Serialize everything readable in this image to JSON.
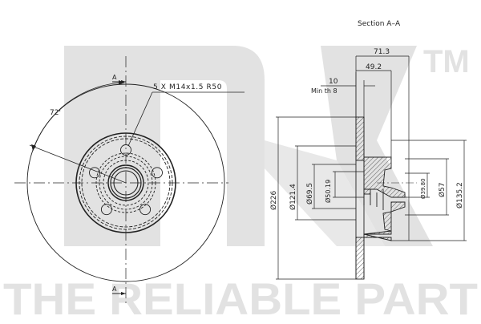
{
  "watermark": {
    "brand": "NK",
    "trademark": "TM",
    "slogan": "THE RELIABLE PART",
    "color": "#e2e2e2"
  },
  "front_view": {
    "section_marker_top": "A",
    "section_marker_bottom": "A",
    "angle_label": "72'",
    "bolt_callout": "5 X M14x1.5 R50",
    "bolt_holes": 5
  },
  "section_view": {
    "title": "Section A–A",
    "dims": {
      "overall_width": "71.3",
      "hub_width": "49.2",
      "thickness": "10",
      "min_thickness": "Min th 8",
      "d_outer": "Ø226",
      "d_121": "Ø121.4",
      "d_69": "Ø69.5",
      "d_50": "Ø50.19",
      "d_39": "Ø39.80",
      "d_57": "Ø57",
      "d_135": "Ø135.2"
    }
  },
  "colors": {
    "line": "#222222",
    "watermark": "#e2e2e2",
    "background": "#ffffff"
  }
}
